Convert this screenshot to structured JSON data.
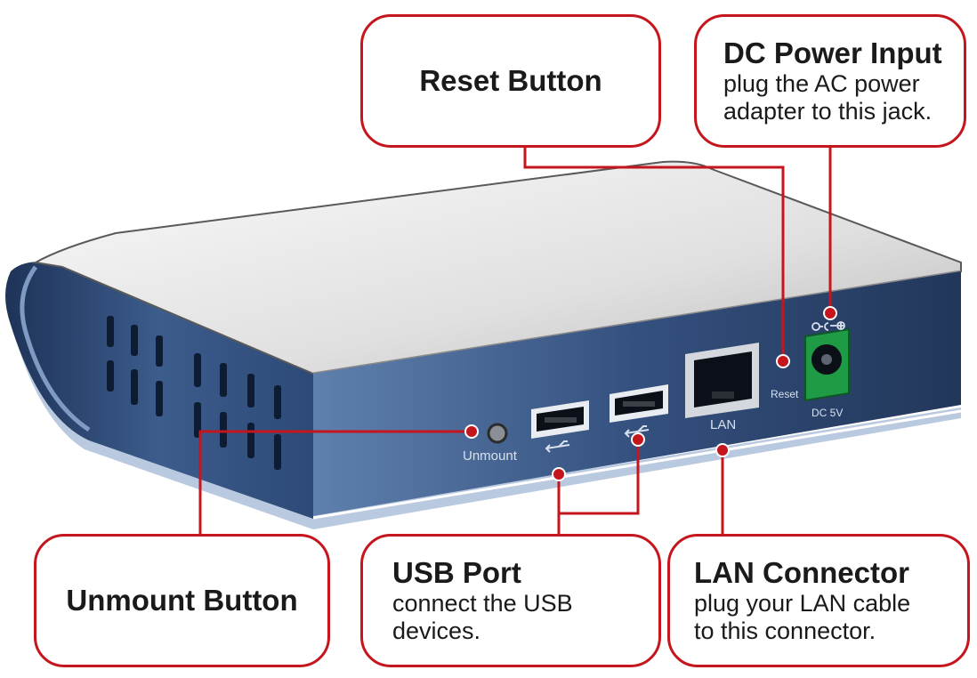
{
  "callouts": {
    "reset": {
      "title": "Reset Button"
    },
    "dc_power": {
      "title": "DC Power Input",
      "desc_line1": "plug the AC power",
      "desc_line2": "adapter to this jack."
    },
    "unmount": {
      "title": "Unmount Button"
    },
    "usb": {
      "title": "USB Port",
      "desc_line1": "connect the USB",
      "desc_line2": "devices."
    },
    "lan": {
      "title": "LAN Connector",
      "desc_line1": "plug your LAN cable",
      "desc_line2": "to this connector."
    }
  },
  "device_labels": {
    "unmount": "Unmount",
    "lan": "LAN",
    "reset": "Reset",
    "dc": "DC 5V",
    "polarity": "⊖-€-⊕",
    "usb_symbol": "⭠⋲"
  },
  "colors": {
    "callout_red": "#c4161c",
    "panel_blue": "#34507e",
    "dc_jack_green": "#1f9a45"
  }
}
